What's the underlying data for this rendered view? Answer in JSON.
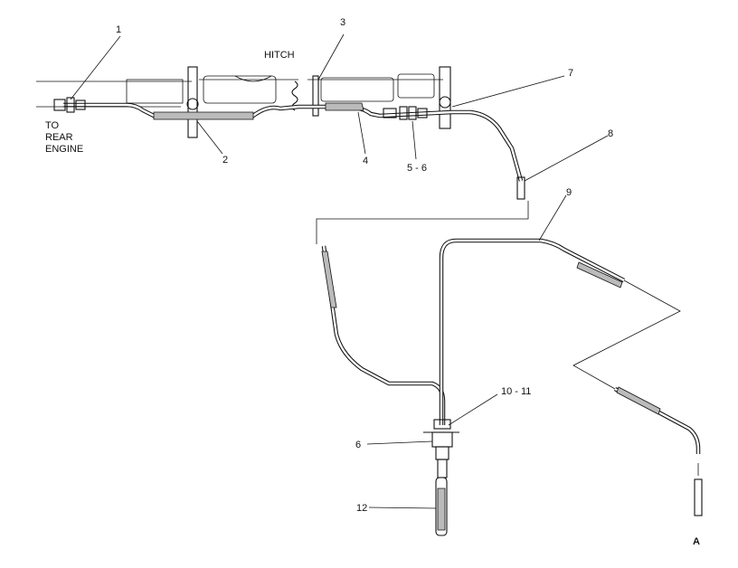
{
  "diagram": {
    "callouts": [
      "1",
      "2",
      "3",
      "4",
      "5 - 6",
      "7",
      "8",
      "9",
      "10 - 11",
      "6",
      "12"
    ],
    "labels": {
      "hitch": "HITCH",
      "to_rear_engine": [
        "TO",
        "REAR",
        "ENGINE"
      ],
      "view_marker": "A"
    }
  }
}
